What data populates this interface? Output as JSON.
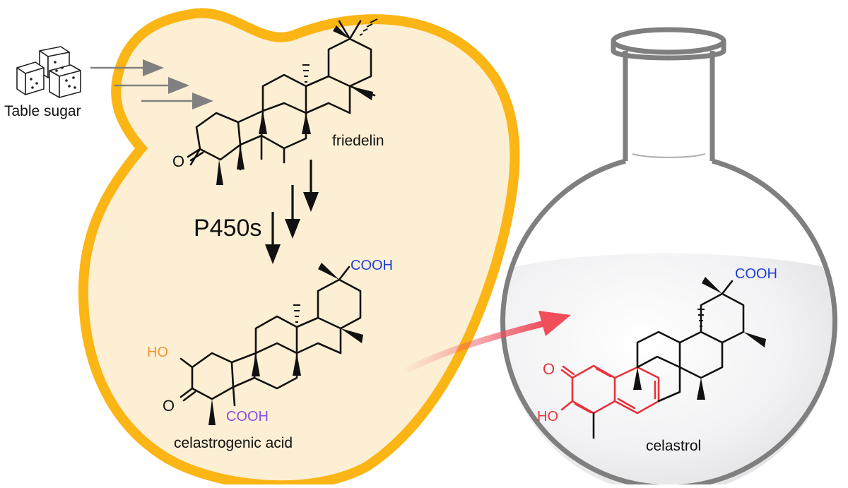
{
  "labels": {
    "sugar": "Table sugar",
    "friedelin": "friedelin",
    "enzymes": "P450s",
    "celastrogenic_acid": "celastrogenic acid",
    "celastrol": "celastrol"
  },
  "groups": {
    "cooh": "COOH",
    "ho": "HO",
    "o": "O"
  },
  "colors": {
    "cell_fill": "#fdefd3",
    "cell_stroke": "#fbb514",
    "flask_stroke": "#7f7f7f",
    "cooh_blue": "#1f3fd6",
    "ho_orange": "#f0962a",
    "cooh_purple": "#8a4fe0",
    "celastrol_red": "#e8323c",
    "feed_arrow": "#7f7f7f"
  },
  "icons": {
    "sugar_cubes": "sugar-cubes-icon",
    "feed_arrows": "arrow-right-icon",
    "step_arrows": "arrow-down-icon",
    "transfer_arrow": "curved-arrow-icon",
    "flask": "round-bottom-flask-icon"
  }
}
